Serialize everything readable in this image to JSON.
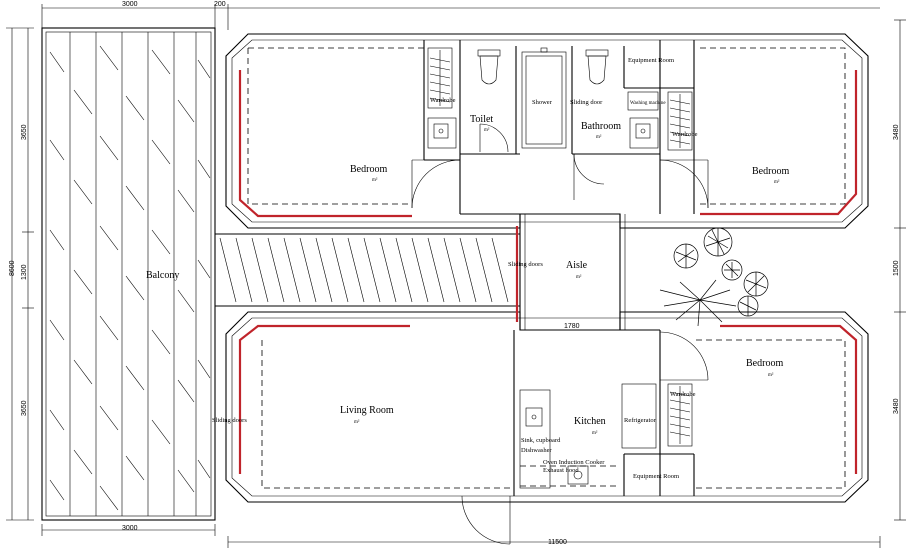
{
  "dimensions": {
    "top_left": "3000",
    "top_gap": "200",
    "bottom_left": "3000",
    "bottom_total": "11500",
    "left_total": "8600",
    "left_upper": "3650",
    "left_mid": "1300",
    "left_lower": "3650",
    "right_upper": "3480",
    "right_mid": "1500",
    "right_lower": "3480",
    "aisle_width": "1780"
  },
  "rooms": {
    "balcony": "Balcony",
    "bedroom_upper_left": "Bedroom",
    "bedroom_upper_right": "Bedroom",
    "bedroom_lower_right": "Bedroom",
    "toilet": "Toilet",
    "bathroom": "Bathroom",
    "shower": "Shower",
    "aisle": "Aisle",
    "living_room": "Living Room",
    "kitchen": "Kitchen",
    "equipment_top": "Equipment Room",
    "equipment_bottom": "Equipment Room",
    "area_unit": "m²"
  },
  "fixtures": {
    "sliding_door_bath": "Sliding door",
    "sliding_doors_aisle": "Sliding doors",
    "sliding_doors_living": "Sliding doors",
    "wardrobe_a": "Wardrobe",
    "wardrobe_b": "Wardrobe",
    "wardrobe_c": "Wardrobe",
    "washing_machine": "Washing machine",
    "refrigerator": "Refrigerator",
    "sink": "Sink, cupboard",
    "dishwasher": "Dishwasher",
    "oven": "Oven Induction Cooker",
    "exhaust": "Exhaust hood"
  }
}
